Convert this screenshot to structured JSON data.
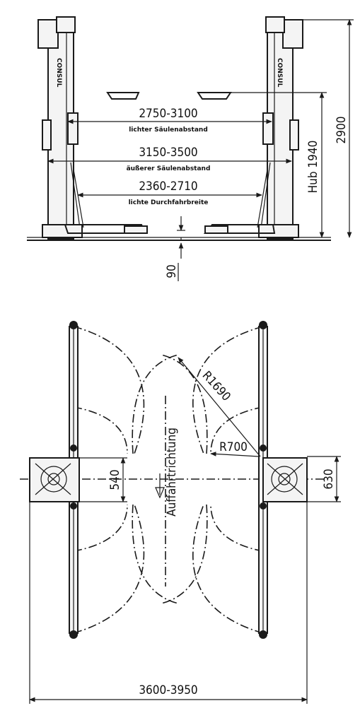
{
  "front_view": {
    "brand_left": "CONSUL",
    "brand_right": "CONSUL",
    "dim_inner_clearance": "2750-3100",
    "label_inner_clearance": "lichter Säulenabstand",
    "dim_outer_width": "3150-3500",
    "label_outer_width": "äußerer Säulenabstand",
    "dim_drive_through": "2360-2710",
    "label_drive_through": "lichte Durchfahrbreite",
    "dim_lift_stroke": "Hub 1940",
    "dim_total_height": "2900",
    "dim_min_height": "90"
  },
  "top_view": {
    "dim_radius_large": "R1690",
    "dim_radius_small": "R700",
    "label_drive_direction": "Auffahrtrichtung",
    "dim_arm_gap_left": "540",
    "dim_base_right": "630",
    "dim_overall_length": "3600-3950"
  }
}
